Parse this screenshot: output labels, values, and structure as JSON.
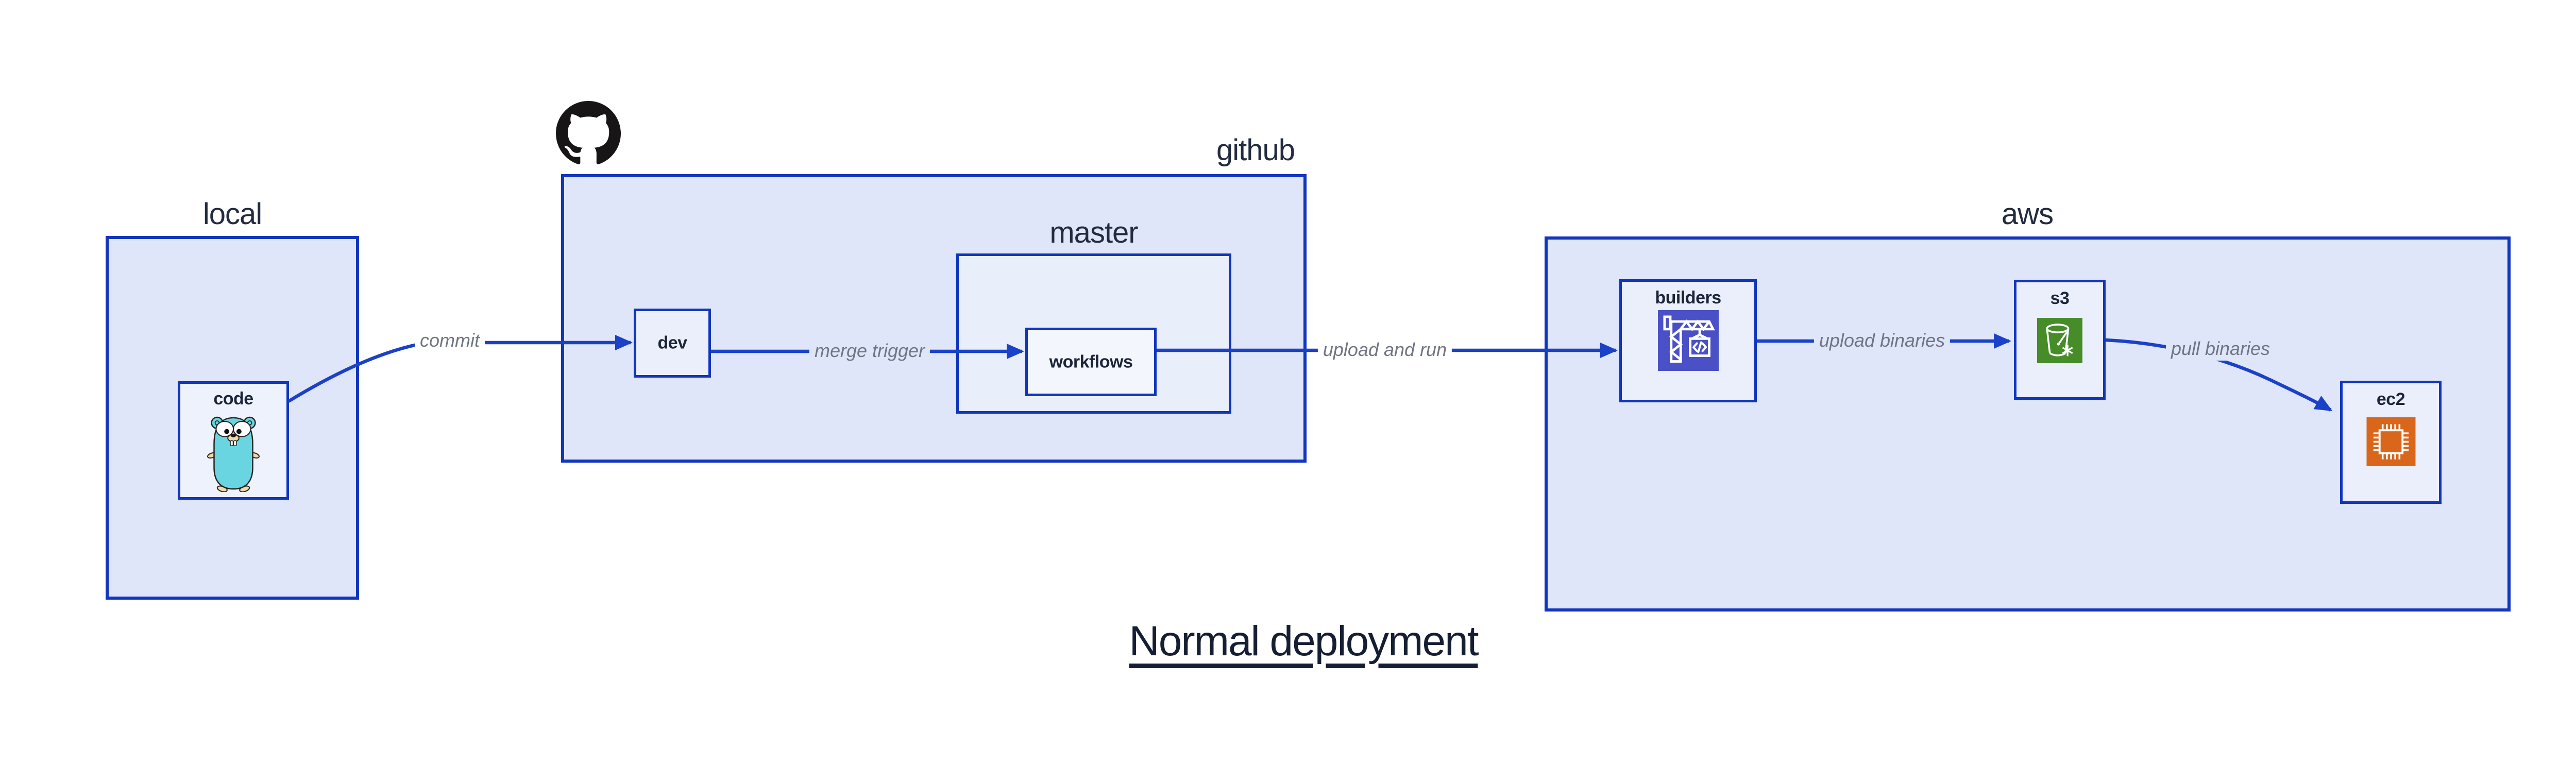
{
  "diagram": {
    "title": "Normal deployment",
    "containers": [
      {
        "id": "local",
        "label": "local",
        "nodes": [
          {
            "id": "code",
            "label": "code",
            "icon": "go-gopher-icon"
          }
        ]
      },
      {
        "id": "github",
        "label": "github",
        "icon": "github-octocat-icon",
        "nodes": [
          {
            "id": "dev",
            "label": "dev"
          }
        ],
        "subgroups": [
          {
            "id": "master",
            "label": "master",
            "nodes": [
              {
                "id": "workflows",
                "label": "workflows"
              }
            ]
          }
        ]
      },
      {
        "id": "aws",
        "label": "aws",
        "nodes": [
          {
            "id": "builders",
            "label": "builders",
            "icon": "codebuild-crane-icon"
          },
          {
            "id": "s3",
            "label": "s3",
            "icon": "s3-glacier-bucket-icon"
          },
          {
            "id": "ec2",
            "label": "ec2",
            "icon": "ec2-chip-icon"
          }
        ]
      }
    ],
    "edges": [
      {
        "from": "code",
        "to": "dev",
        "label": "commit"
      },
      {
        "from": "dev",
        "to": "workflows",
        "label": "merge trigger"
      },
      {
        "from": "workflows",
        "to": "builders",
        "label": "upload and run"
      },
      {
        "from": "builders",
        "to": "s3",
        "label": "upload binaries"
      },
      {
        "from": "s3",
        "to": "ec2",
        "label": "pull binaries"
      }
    ],
    "colors": {
      "box_border": "#1135bd",
      "group_fill": "#dfe6f9",
      "node_fill": "#ebeffc",
      "workflows_fill": "#f3f6fd",
      "edge": "#1a41c8",
      "edge_label": "#6f7582",
      "heading": "#232b40",
      "title": "#161e33",
      "codebuild_bg": "#4a50c6",
      "s3_bg": "#468c29",
      "ec2_bg": "#d9661a",
      "gopher_body": "#68d5e1",
      "octocat": "#171515"
    }
  }
}
